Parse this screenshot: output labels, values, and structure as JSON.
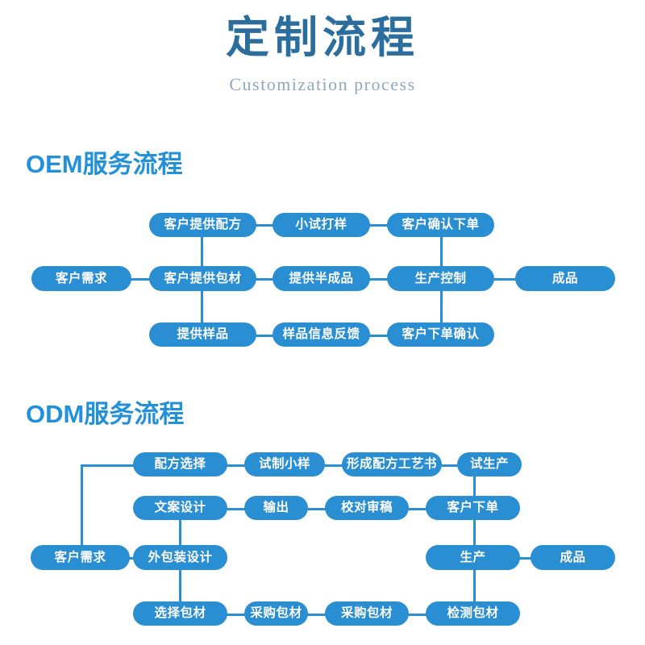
{
  "header": {
    "title": "定制流程",
    "subtitle": "Customization process",
    "title_color": "#2b6e9e",
    "subtitle_color": "#8fa8bd"
  },
  "theme": {
    "node_fill": "#2a8ed3",
    "node_text": "#ffffff",
    "connector": "#2a8ed3",
    "heading_color": "#2391da",
    "background": "#ffffff"
  },
  "sections": [
    {
      "id": "oem",
      "heading": "OEM服务流程",
      "nodes": {
        "customer_demand": "客户需求",
        "customer_provides_formula": "客户提供配方",
        "small_trial_sample": "小试打样",
        "customer_confirms_order": "客户确认下单",
        "customer_provides_packaging": "客户提供包材",
        "provide_semi_finished": "提供半成品",
        "production_control": "生产控制",
        "finished_product": "成品",
        "provide_sample": "提供样品",
        "sample_feedback": "样品信息反馈",
        "customer_order_confirm": "客户下单确认"
      }
    },
    {
      "id": "odm",
      "heading": "ODM服务流程",
      "nodes": {
        "formula_selection": "配方选择",
        "trial_small_sample": "试制小样",
        "form_formula_doc": "形成配方工艺书",
        "trial_production": "试生产",
        "copywriting_design": "文案设计",
        "output": "输出",
        "proofreading_review": "校对审稿",
        "customer_order": "客户下单",
        "customer_demand": "客户需求",
        "outer_packaging_design": "外包装设计",
        "production": "生产",
        "finished_product": "成品",
        "select_packaging": "选择包材",
        "purchase_packaging_1": "采购包材",
        "purchase_packaging_2": "采购包材",
        "inspect_packaging": "检测包材"
      }
    }
  ]
}
